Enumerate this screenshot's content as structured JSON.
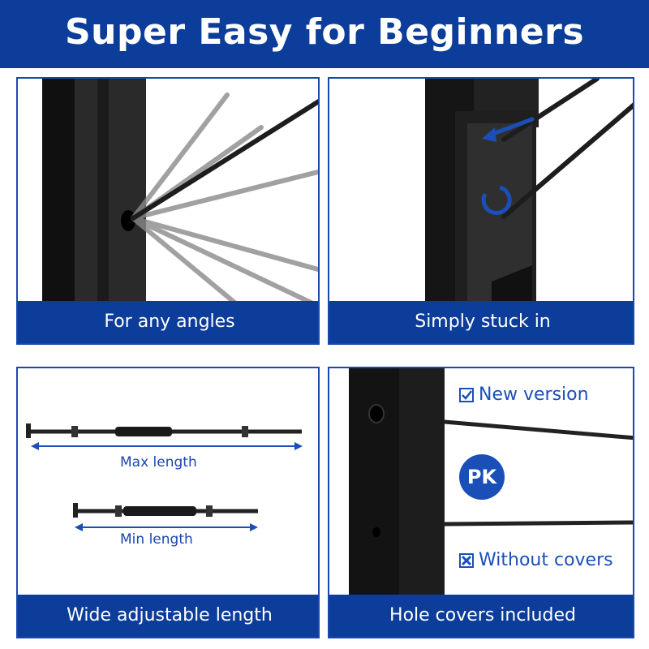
{
  "header": {
    "title": "Super Easy for Beginners"
  },
  "panels": {
    "angles": {
      "caption": "For any angles"
    },
    "stuck": {
      "caption": "Simply stuck in"
    },
    "length": {
      "caption": "Wide adjustable length",
      "max_label": "Max length",
      "min_label": "Min length"
    },
    "covers": {
      "caption": "Hole covers included",
      "new_version": "New version",
      "badge": "PK",
      "without_covers": "Without covers"
    }
  },
  "colors": {
    "brand_blue": "#0c3d9a",
    "accent_blue": "#1a4fb8",
    "post_black": "#151515"
  }
}
